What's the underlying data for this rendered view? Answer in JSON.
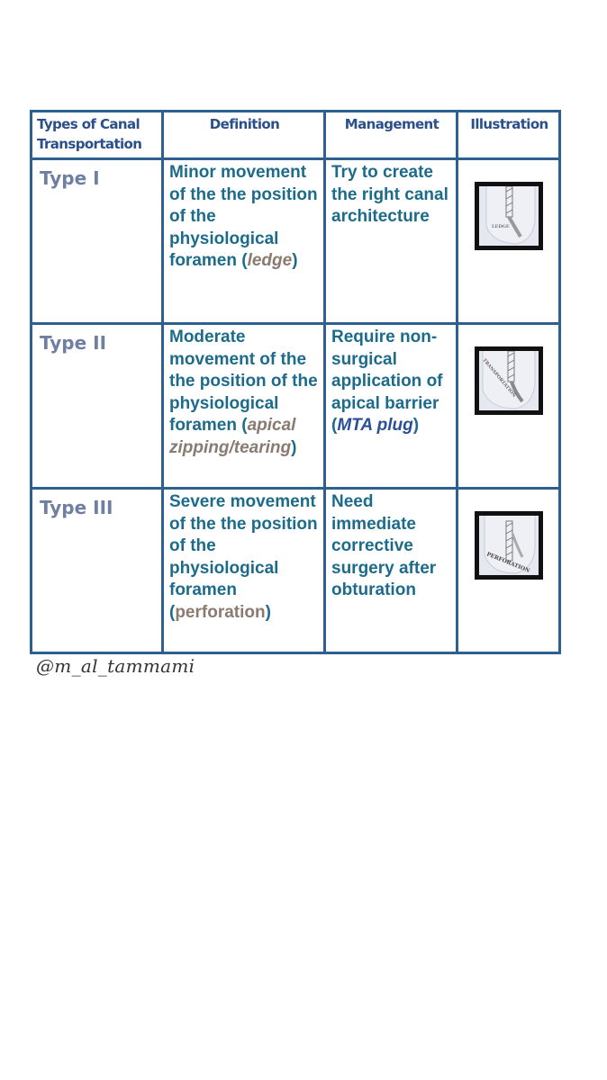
{
  "table": {
    "headers": {
      "type_line1": "Types of Canal",
      "type_line2": "Transportation",
      "definition": "Definition",
      "management": "Management",
      "illustration": "Illustration"
    },
    "rows": [
      {
        "type": "Type I",
        "definition_text": "Minor movement of the the position of the physiological foramen (",
        "definition_accent": "ledge",
        "definition_end": ")",
        "management_text": "Try to create the right canal architecture",
        "illustration_label": "LEDGE"
      },
      {
        "type": "Type II",
        "definition_text": "Moderate movement of the the position of the physiological foramen (",
        "definition_accent": "apical zipping/tearing",
        "definition_end": ")",
        "management_text": "Require non-surgical application of apical barrier (",
        "management_accent": "MTA plug",
        "management_end": ")",
        "illustration_label": "TRANSPORTATION"
      },
      {
        "type": "Type III",
        "definition_text": "Severe movement of the the position of the physiological foramen (",
        "definition_accent": "perforation",
        "definition_end": ")",
        "management_text": "Need immediate corrective surgery after obturation",
        "illustration_label": "PERFORATION"
      }
    ]
  },
  "watermark": "@m_al_tammami",
  "colors": {
    "border": "#2d5f8f",
    "header_text": "#2a4f8a",
    "body_text": "#1d6b8a",
    "type_text": "#6f7fa2",
    "accent": "#8a7a70"
  }
}
